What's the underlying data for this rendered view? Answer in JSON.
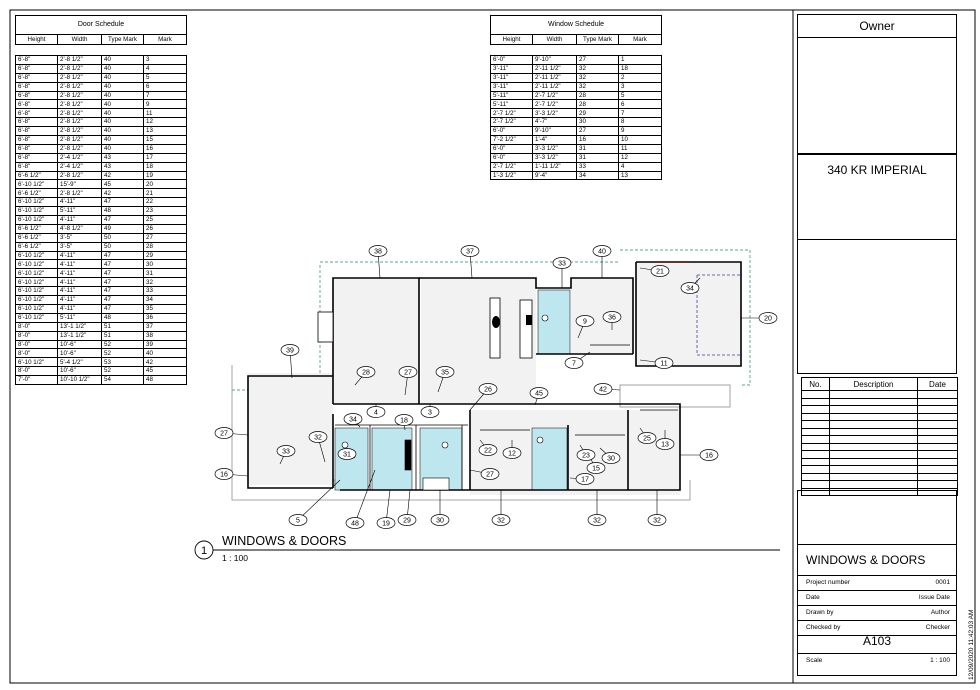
{
  "door_schedule": {
    "title": "Door Schedule",
    "columns": [
      "Height",
      "Width",
      "Type Mark",
      "Mark"
    ],
    "rows": [
      [
        "6'-8\"",
        "2'-8 1/2\"",
        "40",
        "3"
      ],
      [
        "6'-8\"",
        "2'-8 1/2\"",
        "40",
        "4"
      ],
      [
        "6'-8\"",
        "2'-8 1/2\"",
        "40",
        "5"
      ],
      [
        "6'-8\"",
        "2'-8 1/2\"",
        "40",
        "6"
      ],
      [
        "6'-8\"",
        "2'-8 1/2\"",
        "40",
        "7"
      ],
      [
        "6'-8\"",
        "2'-8 1/2\"",
        "40",
        "9"
      ],
      [
        "6'-8\"",
        "2'-8 1/2\"",
        "40",
        "11"
      ],
      [
        "6'-8\"",
        "2'-8 1/2\"",
        "40",
        "12"
      ],
      [
        "6'-8\"",
        "2'-8 1/2\"",
        "40",
        "13"
      ],
      [
        "6'-8\"",
        "2'-8 1/2\"",
        "40",
        "15"
      ],
      [
        "6'-8\"",
        "2'-8 1/2\"",
        "40",
        "16"
      ],
      [
        "6'-8\"",
        "2'-4 1/2\"",
        "43",
        "17"
      ],
      [
        "6'-8\"",
        "2'-4 1/2\"",
        "43",
        "18"
      ],
      [
        "6'-6 1/2\"",
        "2'-8 1/2\"",
        "42",
        "19"
      ],
      [
        "6'-10 1/2\"",
        "15'-9\"",
        "45",
        "20"
      ],
      [
        "6'-6 1/2\"",
        "2'-8 1/2\"",
        "42",
        "21"
      ],
      [
        "6'-10 1/2\"",
        "4'-11\"",
        "47",
        "22"
      ],
      [
        "6'-10 1/2\"",
        "5'-11\"",
        "48",
        "23"
      ],
      [
        "6'-10 1/2\"",
        "4'-11\"",
        "47",
        "25"
      ],
      [
        "6'-6 1/2\"",
        "4'-8 1/2\"",
        "49",
        "26"
      ],
      [
        "6'-6 1/2\"",
        "3'-5\"",
        "50",
        "27"
      ],
      [
        "6'-6 1/2\"",
        "3'-5\"",
        "50",
        "28"
      ],
      [
        "6'-10 1/2\"",
        "4'-11\"",
        "47",
        "29"
      ],
      [
        "6'-10 1/2\"",
        "4'-11\"",
        "47",
        "30"
      ],
      [
        "6'-10 1/2\"",
        "4'-11\"",
        "47",
        "31"
      ],
      [
        "6'-10 1/2\"",
        "4'-11\"",
        "47",
        "32"
      ],
      [
        "6'-10 1/2\"",
        "4'-11\"",
        "47",
        "33"
      ],
      [
        "6'-10 1/2\"",
        "4'-11\"",
        "47",
        "34"
      ],
      [
        "6'-10 1/2\"",
        "4'-11\"",
        "47",
        "35"
      ],
      [
        "6'-10 1/2\"",
        "5'-11\"",
        "48",
        "36"
      ],
      [
        "8'-0\"",
        "13'-1 1/2\"",
        "51",
        "37"
      ],
      [
        "8'-0\"",
        "13'-1 1/2\"",
        "51",
        "38"
      ],
      [
        "8'-0\"",
        "10'-6\"",
        "52",
        "39"
      ],
      [
        "8'-0\"",
        "10'-6\"",
        "52",
        "40"
      ],
      [
        "6'-10 1/2\"",
        "5'-4 1/2\"",
        "53",
        "42"
      ],
      [
        "8'-0\"",
        "10'-6\"",
        "52",
        "45"
      ],
      [
        "7'-0\"",
        "10'-10 1/2\"",
        "54",
        "48"
      ]
    ]
  },
  "window_schedule": {
    "title": "Window Schedule",
    "columns": [
      "Height",
      "Width",
      "Type Mark",
      "Mark"
    ],
    "rows": [
      [
        "6'-0\"",
        "9'-10\"",
        "27",
        "1"
      ],
      [
        "3'-11\"",
        "2'-11 1/2\"",
        "32",
        "18"
      ],
      [
        "3'-11\"",
        "2'-11 1/2\"",
        "32",
        "2"
      ],
      [
        "3'-11\"",
        "2'-11 1/2\"",
        "32",
        "3"
      ],
      [
        "5'-11\"",
        "2'-7 1/2\"",
        "28",
        "5"
      ],
      [
        "5'-11\"",
        "2'-7 1/2\"",
        "28",
        "6"
      ],
      [
        "2'-7 1/2\"",
        "3'-3 1/2\"",
        "29",
        "7"
      ],
      [
        "2'-7 1/2\"",
        "4'-7\"",
        "30",
        "8"
      ],
      [
        "6'-0\"",
        "9'-10\"",
        "27",
        "9"
      ],
      [
        "7'-2 1/2\"",
        "1'-4\"",
        "16",
        "10"
      ],
      [
        "6'-0\"",
        "3'-3 1/2\"",
        "31",
        "11"
      ],
      [
        "6'-0\"",
        "3'-3 1/2\"",
        "31",
        "12"
      ],
      [
        "2'-7 1/2\"",
        "1'-11 1/2\"",
        "33",
        "4"
      ],
      [
        "1'-3 1/2\"",
        "9'-4\"",
        "34",
        "13"
      ]
    ]
  },
  "plan": {
    "view_number": "1",
    "view_title": "WINDOWS & DOORS",
    "view_scale": "1 : 100",
    "tags": [
      "38",
      "37",
      "33",
      "40",
      "21",
      "34",
      "20",
      "9",
      "36",
      "7",
      "11",
      "39",
      "28",
      "27",
      "35",
      "26",
      "45",
      "42",
      "34",
      "4",
      "3",
      "18",
      "31",
      "32",
      "27",
      "33",
      "16",
      "22",
      "12",
      "25",
      "13",
      "23",
      "30",
      "15",
      "17",
      "27",
      "16",
      "5",
      "48",
      "19",
      "29",
      "30",
      "32",
      "32",
      "32"
    ]
  },
  "title_block": {
    "owner_label": "Owner",
    "project_name": "340 KR IMPERIAL",
    "revision_columns": [
      "No.",
      "Description",
      "Date"
    ],
    "sheet_name": "WINDOWS & DOORS",
    "fields": [
      {
        "label": "Project number",
        "value": "0001"
      },
      {
        "label": "Date",
        "value": "Issue Date"
      },
      {
        "label": "Drawn by",
        "value": "Author"
      },
      {
        "label": "Checked by",
        "value": "Checker"
      }
    ],
    "sheet_number": "A103",
    "scale_label": "Scale",
    "scale_value": "1 : 100",
    "timestamp": "12/09/2020 11:42:03 AM"
  },
  "colors": {
    "wet_area": "#bde6ee",
    "grid_line": "#8a8a8a",
    "outline_dashed": "#2a8a6a",
    "room_line": "#000000"
  }
}
